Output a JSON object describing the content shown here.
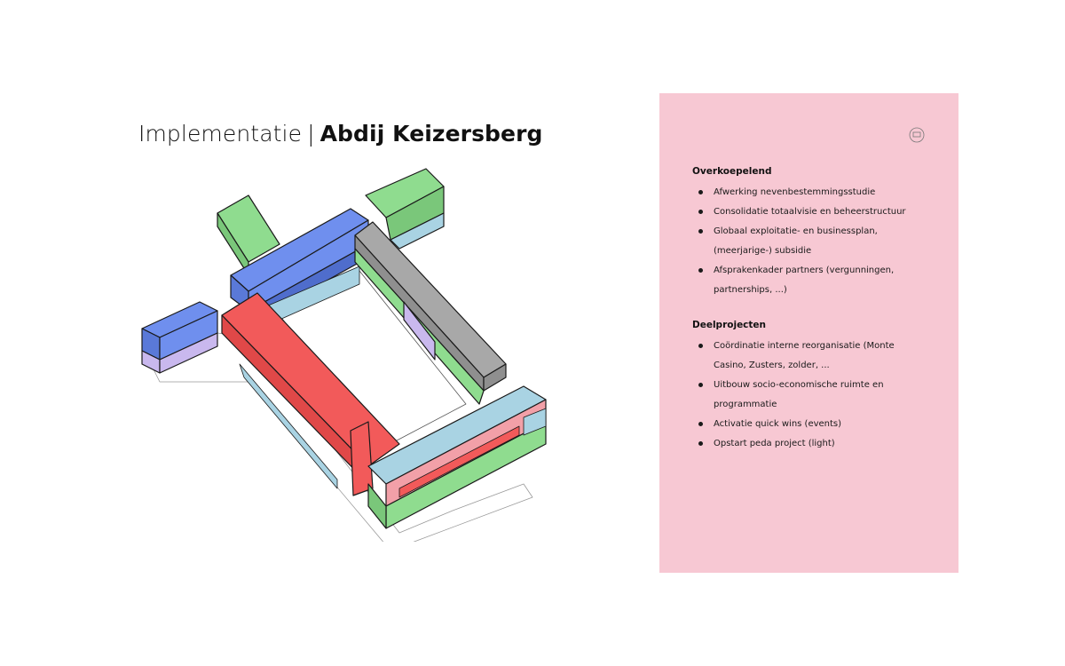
{
  "title": {
    "prefix": "Implementatie",
    "separator": "|",
    "name": "Abdij Keizersberg"
  },
  "panel": {
    "background": "#f7c8d3",
    "icon": "chat-bubble-icon",
    "sections": [
      {
        "heading": "Overkoepelend",
        "items": [
          "Afwerking nevenbestemmingsstudie",
          "Consolidatie totaalvisie en beheerstructuur",
          "Globaal exploitatie- en businessplan,",
          "Afsprakenkader partners (vergunningen,"
        ],
        "continuations": [
          "(meerjarige-) subsidie",
          "partnerships, ...)"
        ]
      },
      {
        "heading": "Deelprojecten",
        "items": [
          "Coördinatie interne reorganisatie (Monte",
          "Uitbouw socio-economische ruimte en",
          "Activatie quick wins (events)",
          "Opstart peda project (light)"
        ],
        "continuations": [
          "Casino, Zusters, zolder, ...",
          "programmatie"
        ]
      }
    ]
  },
  "diagram_colors": {
    "green": "#8fdc8f",
    "blue": "#6f8fee",
    "red": "#f25a5a",
    "grey": "#a8a8a8",
    "light_blue": "#a9d3e3",
    "lavender": "#c9b8ee"
  }
}
